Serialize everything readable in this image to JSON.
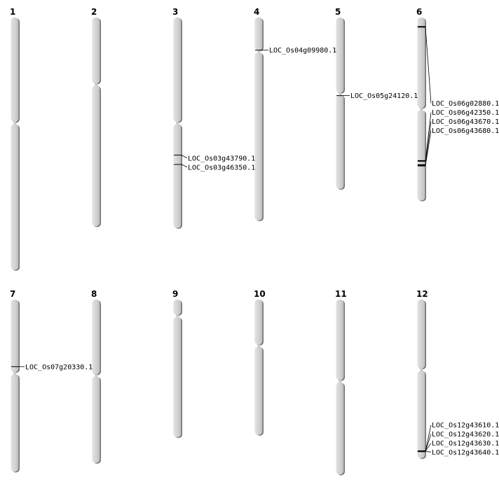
{
  "title": "Chromosome map",
  "units": "Mb",
  "colors": {
    "chromosome_fill": "#d4d4d4",
    "chromosome_shadow": "#6e6e6e",
    "marker": "#000000"
  },
  "chromosomes": [
    {
      "name": "1",
      "length": 43.3,
      "centromere": 18.1
    },
    {
      "name": "2",
      "length": 35.8,
      "centromere": 11.5
    },
    {
      "name": "3",
      "length": 36.1,
      "centromere": 18.1
    },
    {
      "name": "4",
      "length": 34.8,
      "centromere": 5.8
    },
    {
      "name": "5",
      "length": 29.4,
      "centromere": 13.1
    },
    {
      "name": "6",
      "length": 31.4,
      "centromere": 15.7
    },
    {
      "name": "7",
      "length": 29.5,
      "centromere": 12.6
    },
    {
      "name": "8",
      "length": 28.0,
      "centromere": 13.0
    },
    {
      "name": "9",
      "length": 23.6,
      "centromere": 2.8
    },
    {
      "name": "10",
      "length": 23.2,
      "centromere": 7.9
    },
    {
      "name": "11",
      "length": 30.0,
      "centromere": 14.0
    },
    {
      "name": "12",
      "length": 27.2,
      "centromere": 12.0
    }
  ],
  "genes": [
    {
      "chromosome": "3",
      "name": "LOC_Os03g43790.1",
      "position": 23.6
    },
    {
      "chromosome": "3",
      "name": "LOC_Os03g46350.1",
      "position": 25.2
    },
    {
      "chromosome": "4",
      "name": "LOC_Os04g09980.1",
      "position": 5.6
    },
    {
      "chromosome": "5",
      "name": "LOC_Os05g24120.1",
      "position": 13.4
    },
    {
      "chromosome": "6",
      "name": "LOC_Os06g02880.1",
      "position": 1.6
    },
    {
      "chromosome": "6",
      "name": "LOC_Os06g42350.1",
      "position": 24.6
    },
    {
      "chromosome": "6",
      "name": "LOC_Os06g43670.1",
      "position": 25.3
    },
    {
      "chromosome": "6",
      "name": "LOC_Os06g43680.1",
      "position": 25.4
    },
    {
      "chromosome": "7",
      "name": "LOC_Os07g20330.1",
      "position": 11.5
    },
    {
      "chromosome": "12",
      "name": "LOC_Os12g43610.1",
      "position": 26.0
    },
    {
      "chromosome": "12",
      "name": "LOC_Os12g43620.1",
      "position": 26.0
    },
    {
      "chromosome": "12",
      "name": "LOC_Os12g43630.1",
      "position": 26.0
    },
    {
      "chromosome": "12",
      "name": "LOC_Os12g43640.1",
      "position": 26.0
    }
  ]
}
